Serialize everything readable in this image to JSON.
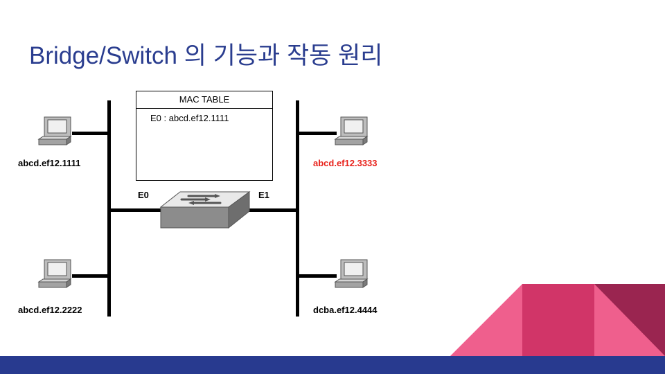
{
  "slide": {
    "title": "Bridge/Switch 의 기능과 작동 원리"
  },
  "mac_table": {
    "header": "MAC TABLE",
    "entries": [
      "E0 : abcd.ef12.1111"
    ]
  },
  "ports": {
    "left": "E0",
    "right": "E1"
  },
  "hosts": {
    "top_left": "abcd.ef12.1111",
    "bottom_left": "abcd.ef12.2222",
    "top_right": "abcd.ef12.3333",
    "bottom_right": "dcba.ef12.4444"
  },
  "colors": {
    "title": "#2a3d8f",
    "highlight": "#e8221b",
    "footer": "#283a8f",
    "accent_pink": "#ef5f8d",
    "accent_crimson": "#d13568",
    "accent_maroon": "#9a2550"
  },
  "icons": {
    "host": "desktop-computer-icon",
    "switch": "network-switch-icon"
  }
}
